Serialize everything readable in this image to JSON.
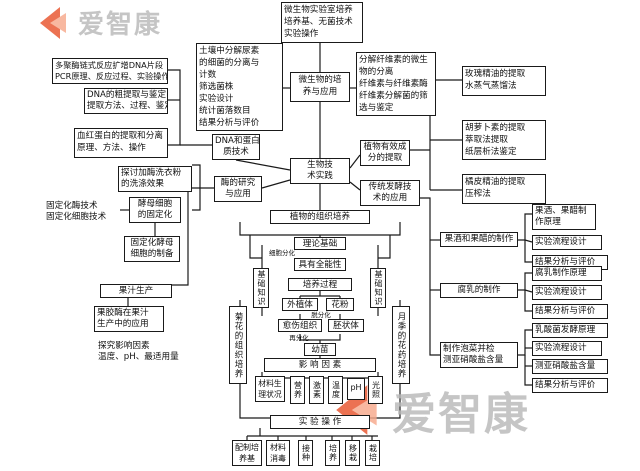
{
  "watermark": {
    "text": "爱智康",
    "colors": {
      "accent": "#e8542d",
      "accent_light": "#f7a98c",
      "gray": "#b9b9b9"
    }
  },
  "center": {
    "lines": [
      "生物技",
      "术实践"
    ]
  },
  "top": {
    "lab": {
      "lines": [
        "微生物实验室培养",
        "培养基、无菌技术",
        "实验操作"
      ]
    },
    "micro_apply": {
      "lines": [
        "微生物的培",
        "养与应用"
      ]
    },
    "soil": {
      "lines": [
        "土壤中分解尿素",
        "的细菌的分离与",
        "计数",
        "筛选菌株",
        "实验设计",
        "统计菌落数目",
        "结果分析与评价"
      ]
    },
    "cellulose": {
      "lines": [
        "分解纤维素的微生",
        "物的分离",
        "纤维素与纤维素酶",
        "纤维素分解菌的筛",
        "选与鉴定"
      ]
    }
  },
  "left": {
    "pcr": {
      "lines": [
        "多聚酶链式反应扩增DNA片段",
        "PCR原理、反应过程、实验操作"
      ]
    },
    "dna_extract": {
      "lines": [
        "DNA的粗提取与鉴定",
        "提取方法、过程、鉴定"
      ]
    },
    "hemoglobin": {
      "lines": [
        "血红蛋白的提取和分离",
        "原理、方法、操作"
      ]
    },
    "dna_protein": {
      "lines": [
        "DNA和蛋白",
        "质技术"
      ]
    },
    "detergent": {
      "lines": [
        "探讨加酶洗衣粉",
        "的洗涤效果"
      ]
    },
    "enzyme_research": {
      "lines": [
        "酶的研究",
        "与应用"
      ]
    },
    "immob_tech": {
      "lines": [
        "固定化酶技术",
        "固定化细胞技术"
      ]
    },
    "yeast_immob": {
      "lines": [
        "酵母细胞",
        "的固定化"
      ]
    },
    "yeast_prep": {
      "lines": [
        "固定化酵母",
        "细胞的制备"
      ]
    },
    "juice_prod": {
      "lines": [
        "果汁生产"
      ]
    },
    "pectinase": {
      "lines": [
        "果胶酶在果汁",
        "生产中的应用"
      ]
    },
    "factors": {
      "lines": [
        "探究影响因素",
        "温度、pH、最适用量"
      ]
    }
  },
  "right": {
    "plant_extract": {
      "lines": [
        "植物有效成",
        "分的提取"
      ]
    },
    "rose": {
      "lines": [
        "玫瑰精油的提取",
        "水蒸气蒸馏法"
      ]
    },
    "carrot": {
      "lines": [
        "胡萝卜素的提取",
        "萃取法提取",
        "纸层析法鉴定"
      ]
    },
    "orange": {
      "lines": [
        "橘皮精油的提取",
        "压榨法"
      ]
    },
    "fermentation": {
      "lines": [
        "传统发酵技",
        "术的应用"
      ]
    },
    "wine": {
      "lines": [
        "果酒和果醋的制作"
      ]
    },
    "wine_principle": {
      "lines": [
        "果酒、果醋制",
        "作原理"
      ]
    },
    "wine_design": {
      "lines": [
        "实验流程设计"
      ]
    },
    "wine_eval": {
      "lines": [
        "结果分析与评价"
      ]
    },
    "tofu": {
      "lines": [
        "腐乳的制作"
      ]
    },
    "tofu_principle": {
      "lines": [
        "腐乳制作原理"
      ]
    },
    "tofu_design": {
      "lines": [
        "实验流程设计"
      ]
    },
    "tofu_eval": {
      "lines": [
        "结果分析与评价"
      ]
    },
    "pickle": {
      "lines": [
        "制作泡菜并检",
        "测亚硝酸盐含量"
      ]
    },
    "pickle_principle": {
      "lines": [
        "乳酸菌发酵原理"
      ]
    },
    "pickle_design": {
      "lines": [
        "实验流程设计"
      ]
    },
    "nitrite": {
      "lines": [
        "测亚硝酸盐含量"
      ]
    },
    "pickle_eval": {
      "lines": [
        "结果分析与评价"
      ]
    }
  },
  "tissue": {
    "main": {
      "lines": [
        "植物的组织培养"
      ]
    },
    "theory": {
      "lines": [
        "理论基础"
      ]
    },
    "cell_diff": {
      "lines": [
        "细胞分化"
      ]
    },
    "totipotency": {
      "lines": [
        "具有全能性"
      ]
    },
    "basics_left": {
      "lines": [
        "基础知识"
      ]
    },
    "basics_right": {
      "lines": [
        "基础知识"
      ]
    },
    "process": {
      "lines": [
        "培养过程"
      ]
    },
    "explant": {
      "lines": [
        "外植体"
      ]
    },
    "anther": {
      "lines": [
        "花粉"
      ]
    },
    "dedif": {
      "lines": [
        "脱分化"
      ]
    },
    "callus": {
      "lines": [
        "愈伤组织"
      ]
    },
    "embryoid": {
      "lines": [
        "胚状体"
      ]
    },
    "redif": {
      "lines": [
        "再分化"
      ]
    },
    "seedling": {
      "lines": [
        "幼苗"
      ]
    },
    "chrys": {
      "lines": [
        "菊花的组织培养"
      ]
    },
    "moon": {
      "lines": [
        "月季的花药培养"
      ]
    },
    "factor_title": {
      "lines": [
        "影  响  因  素"
      ]
    },
    "factor_items": [
      {
        "lines": [
          "材料生",
          "理状况"
        ]
      },
      {
        "lines": [
          "营养"
        ]
      },
      {
        "lines": [
          "激素"
        ]
      },
      {
        "lines": [
          "温度"
        ]
      },
      {
        "lines": [
          "pH"
        ]
      },
      {
        "lines": [
          "光照"
        ]
      }
    ],
    "ops_title": {
      "lines": [
        "实  验  操  作"
      ]
    },
    "ops_items": [
      {
        "lines": [
          "配制培",
          "养基"
        ]
      },
      {
        "lines": [
          "材料",
          "消毒"
        ]
      },
      {
        "lines": [
          "接种"
        ]
      },
      {
        "lines": [
          "培养"
        ]
      },
      {
        "lines": [
          "移栽"
        ]
      },
      {
        "lines": [
          "栽培"
        ]
      }
    ]
  }
}
